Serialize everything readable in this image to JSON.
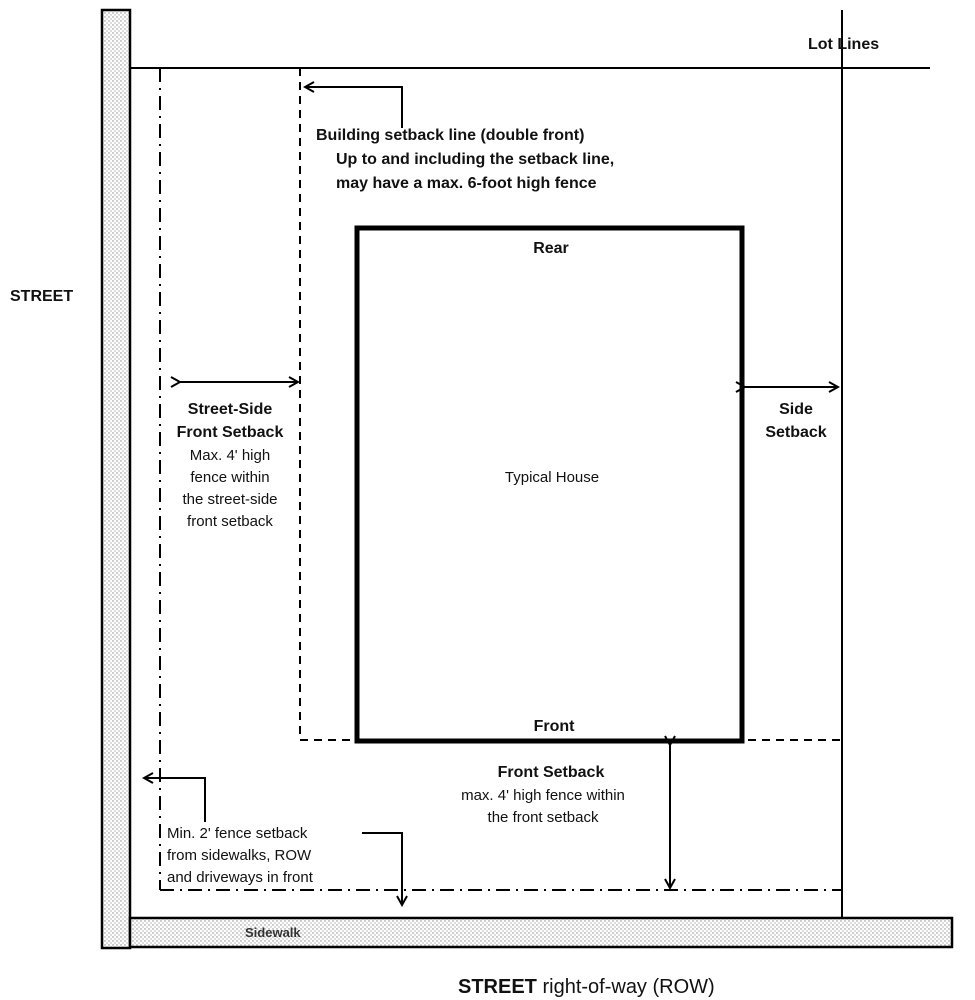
{
  "labels": {
    "lot_lines": "Lot Lines",
    "street_left": "STREET",
    "building_setback": [
      "Building setback line (double front)",
      "Up to and including the setback line,",
      "may have a max. 6-foot high fence"
    ],
    "rear": "Rear",
    "front": "Front",
    "house": "Typical House",
    "street_side_title": [
      "Street-Side",
      "Front Setback"
    ],
    "street_side_note": [
      "Max. 4' high",
      "fence within",
      "the street-side",
      "front setback"
    ],
    "side_setback": [
      "Side",
      "Setback"
    ],
    "front_setback_title": "Front Setback",
    "front_setback_note": [
      "max. 4' high fence within",
      "the front setback"
    ],
    "min_fence": [
      "Min. 2' fence setback",
      "from sidewalks, ROW",
      "and driveways in front"
    ],
    "sidewalk": "Sidewalk",
    "street_bottom_bold": "STREET",
    "street_bottom_rest": " right-of-way (ROW)"
  }
}
